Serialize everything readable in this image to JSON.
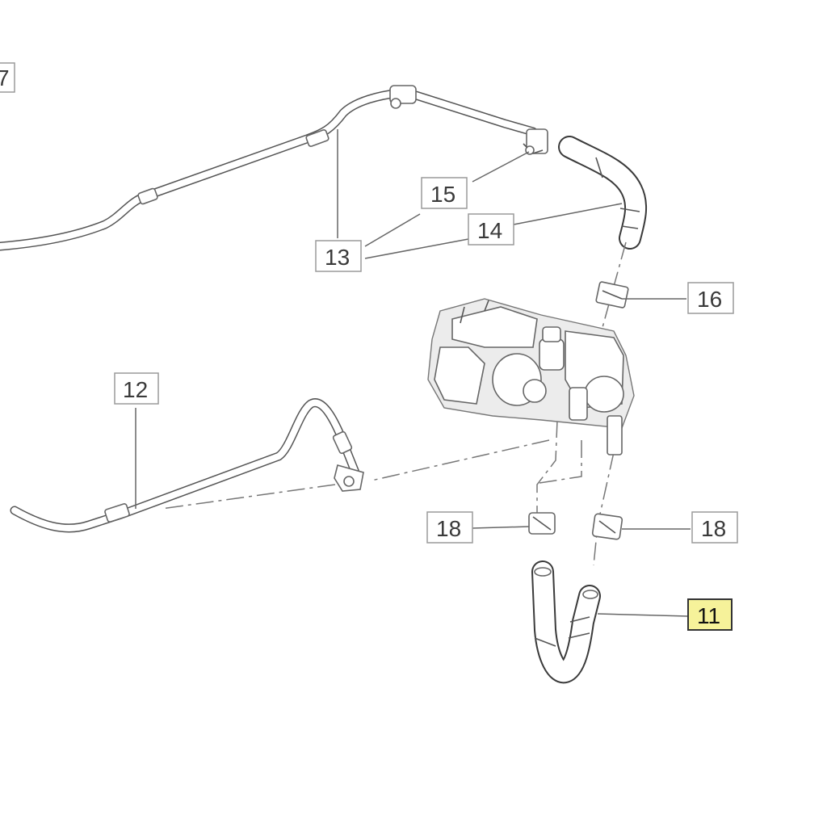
{
  "callouts": [
    {
      "id": "c7",
      "label": "7",
      "highlight": false
    },
    {
      "id": "c15",
      "label": "15",
      "highlight": false
    },
    {
      "id": "c14",
      "label": "14",
      "highlight": false
    },
    {
      "id": "c13",
      "label": "13",
      "highlight": false
    },
    {
      "id": "c16",
      "label": "16",
      "highlight": false
    },
    {
      "id": "c12",
      "label": "12",
      "highlight": false
    },
    {
      "id": "c18a",
      "label": "18",
      "highlight": false
    },
    {
      "id": "c18b",
      "label": "18",
      "highlight": false
    },
    {
      "id": "c11",
      "label": "11",
      "highlight": true
    }
  ],
  "colors": {
    "highlight_fill": "#f6f29a",
    "line": "#555555",
    "background": "#ffffff"
  }
}
